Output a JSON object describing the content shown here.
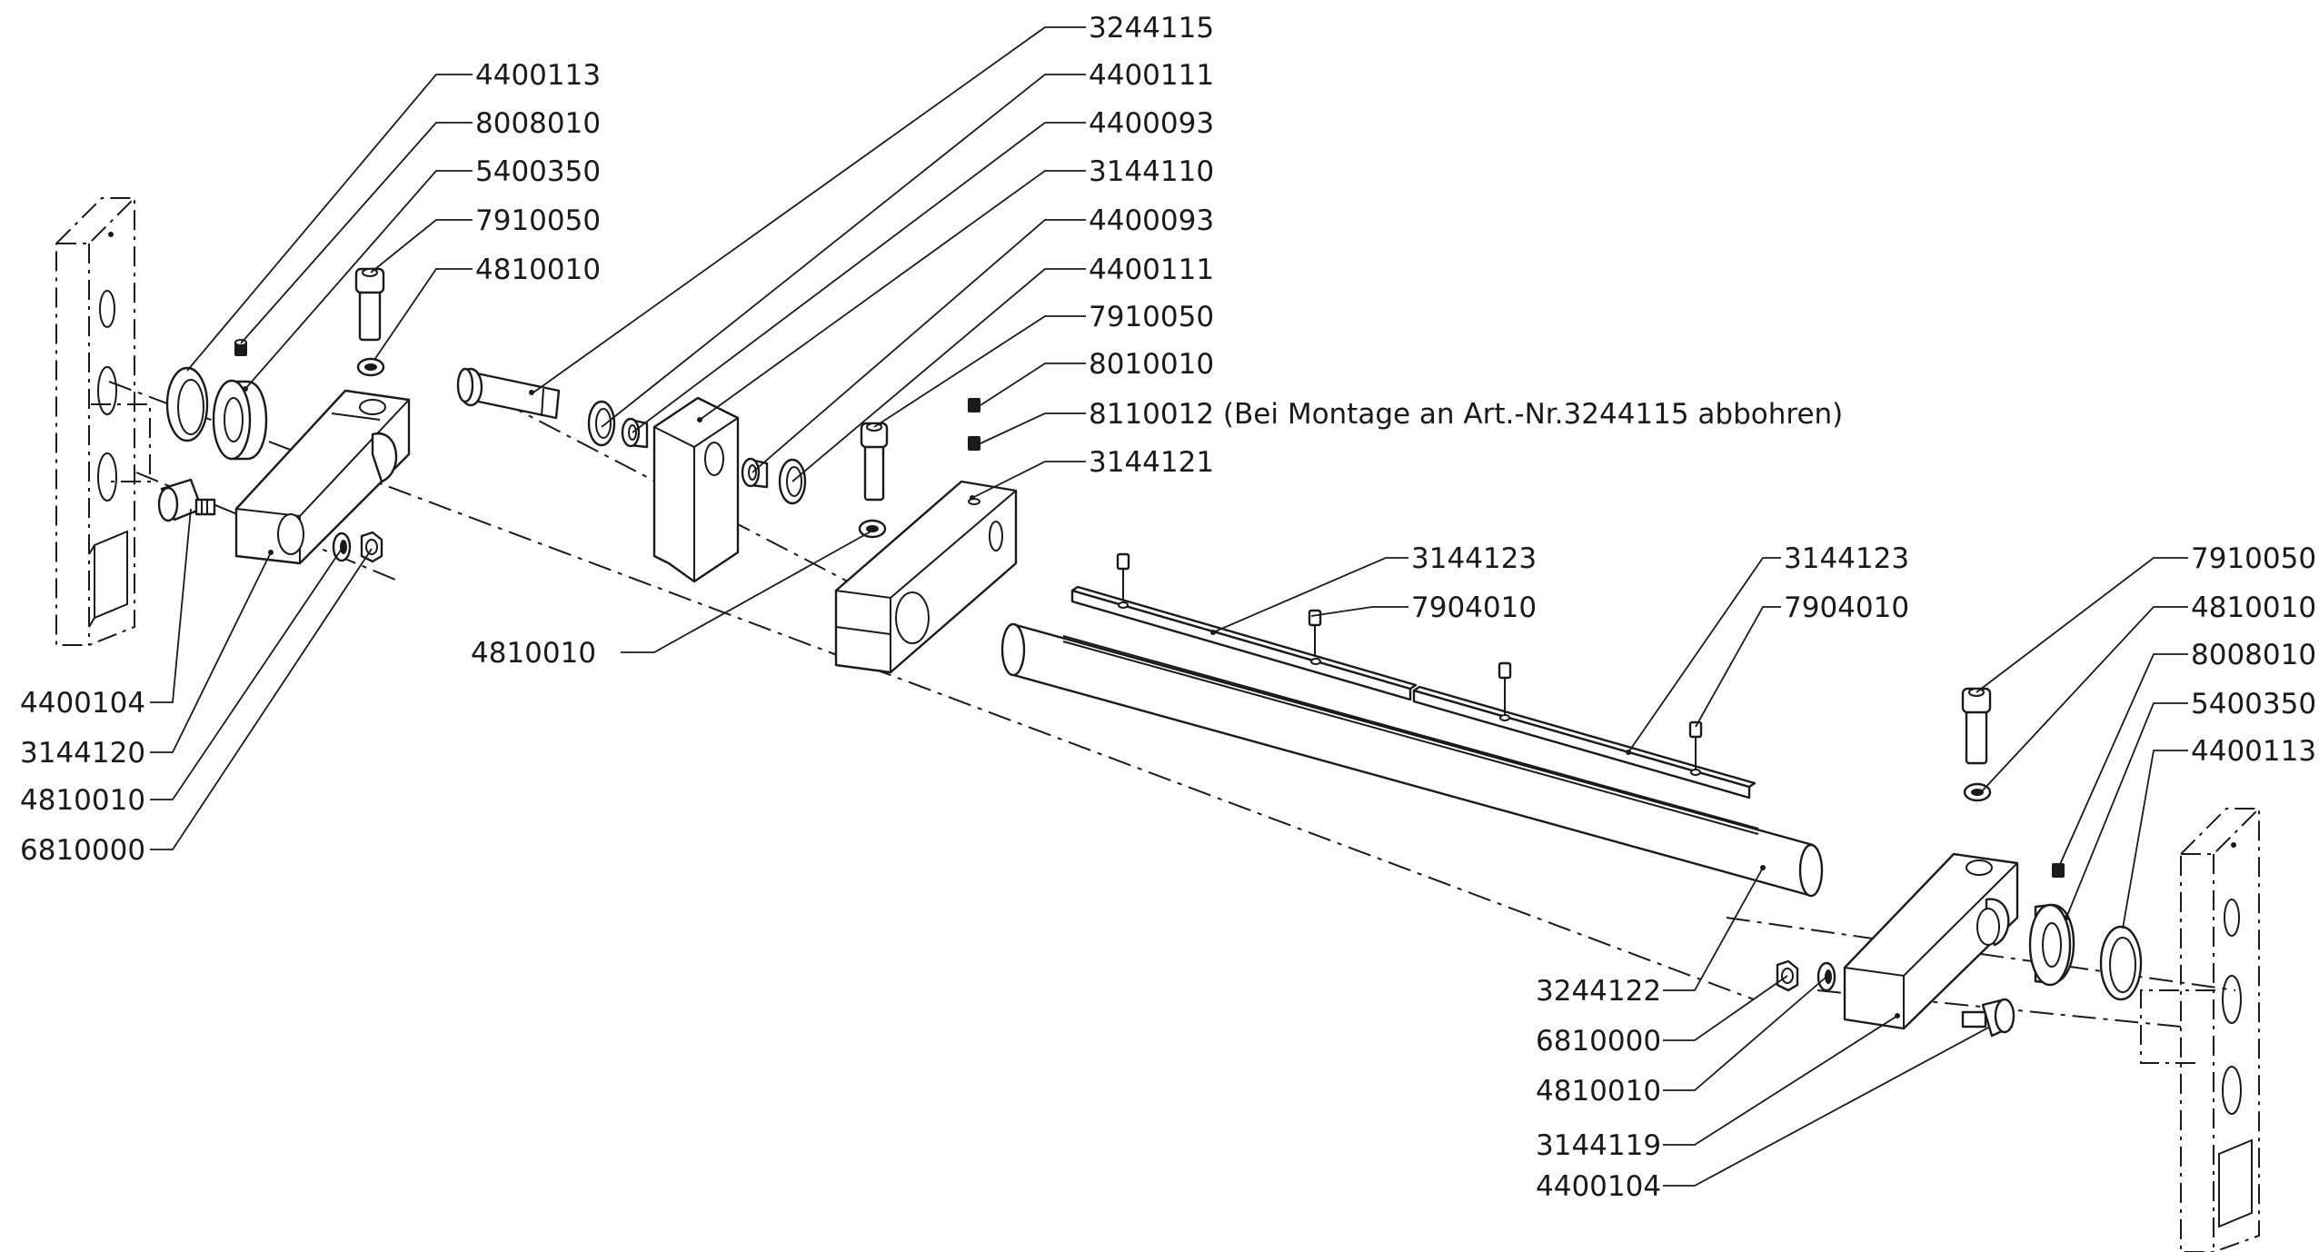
{
  "drawing": {
    "labels": {
      "l_3244115": "3244115",
      "l_4400111_a": "4400111",
      "l_4400093_a": "4400093",
      "l_3144110": "3144110",
      "l_4400093_b": "4400093",
      "l_4400111_b": "4400111",
      "l_7910050_m": "7910050",
      "l_8010010": "8010010",
      "l_8110012": "8110012 (Bei Montage an Art.-Nr.3244115 abbohren)",
      "l_3144121": "3144121",
      "l_4400113_l": "4400113",
      "l_8008010_l": "8008010",
      "l_5400350_l": "5400350",
      "l_7910050_l": "7910050",
      "l_4810010_l": "4810010",
      "l_4810010_m": "4810010",
      "l_4400104_l": "4400104",
      "l_3144120": "3144120",
      "l_4810010_b": "4810010",
      "l_6810000_l": "6810000",
      "l_3144123_a": "3144123",
      "l_7904010_a": "7904010",
      "l_3144123_b": "3144123",
      "l_7904010_b": "7904010",
      "l_7910050_r": "7910050",
      "l_4810010_r": "4810010",
      "l_8008010_r": "8008010",
      "l_5400350_r": "5400350",
      "l_4400113_r": "4400113",
      "l_3244122": "3244122",
      "l_6810000_r": "6810000",
      "l_4810010_r2": "4810010",
      "l_3144119": "3144119",
      "l_4400104_r": "4400104"
    }
  }
}
